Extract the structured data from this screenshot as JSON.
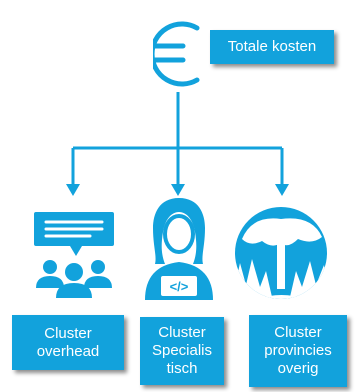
{
  "title": {
    "label": "Totale kosten"
  },
  "clusters": [
    {
      "label": "Cluster\noverhead",
      "icon": "meeting-speech-icon"
    },
    {
      "label": "Cluster\nSpecialis\ntisch",
      "icon": "developer-code-icon"
    },
    {
      "label": "Cluster\nprovincies\noverig",
      "icon": "nature-tree-icon"
    }
  ],
  "icons": {
    "top": "euro-icon"
  },
  "colors": {
    "accent": "#12a2dc",
    "text": "#ffffff"
  }
}
